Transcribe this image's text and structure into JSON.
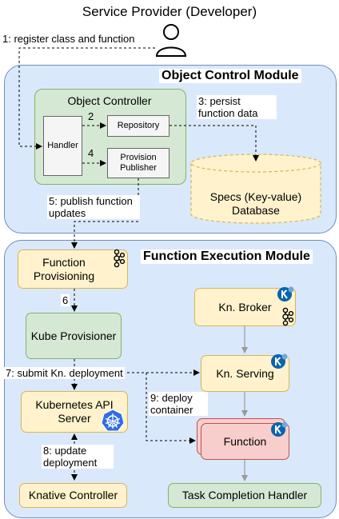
{
  "header": {
    "title": "Service Provider (Developer)"
  },
  "object_control": {
    "title": "Object Control Module",
    "controller_title": "Object Controller",
    "handler": "Handler",
    "repository": "Repository",
    "provision_publisher": "Provision Publisher",
    "database": "Specs (Key-value) Database"
  },
  "function_execution": {
    "title": "Function Execution Module",
    "function_provisioning": "Function Provisioning",
    "kube_provisioner": "Kube Provisioner",
    "kubernetes_api_server": "Kubernetes API Server",
    "knative_controller": "Knative Controller",
    "kn_broker": "Kn. Broker",
    "kn_serving": "Kn. Serving",
    "function": "Function",
    "task_completion_handler": "Task Completion Handler"
  },
  "edges": {
    "e1": "1: register class and function",
    "e2": "2",
    "e3": "3: persist function data",
    "e4": "4",
    "e5": "5: publish function updates",
    "e6": "6",
    "e7": "7: submit Kn. deployment",
    "e8": "8: update deployment",
    "e9": "9: deploy container"
  },
  "icons": [
    "user-icon",
    "kafka-icon",
    "knative-icon",
    "kubernetes-icon"
  ],
  "colors": {
    "module_fill": "#dae8fc",
    "module_stroke": "#6c8ebf",
    "yellow_fill": "#fff2cc",
    "yellow_stroke": "#d6b656",
    "green_fill": "#d5e8d4",
    "green_stroke": "#82b366",
    "red_fill": "#f8cecc",
    "red_stroke": "#b85450",
    "knative_blue": "#0865ad",
    "kubernetes_blue": "#326ce5"
  }
}
